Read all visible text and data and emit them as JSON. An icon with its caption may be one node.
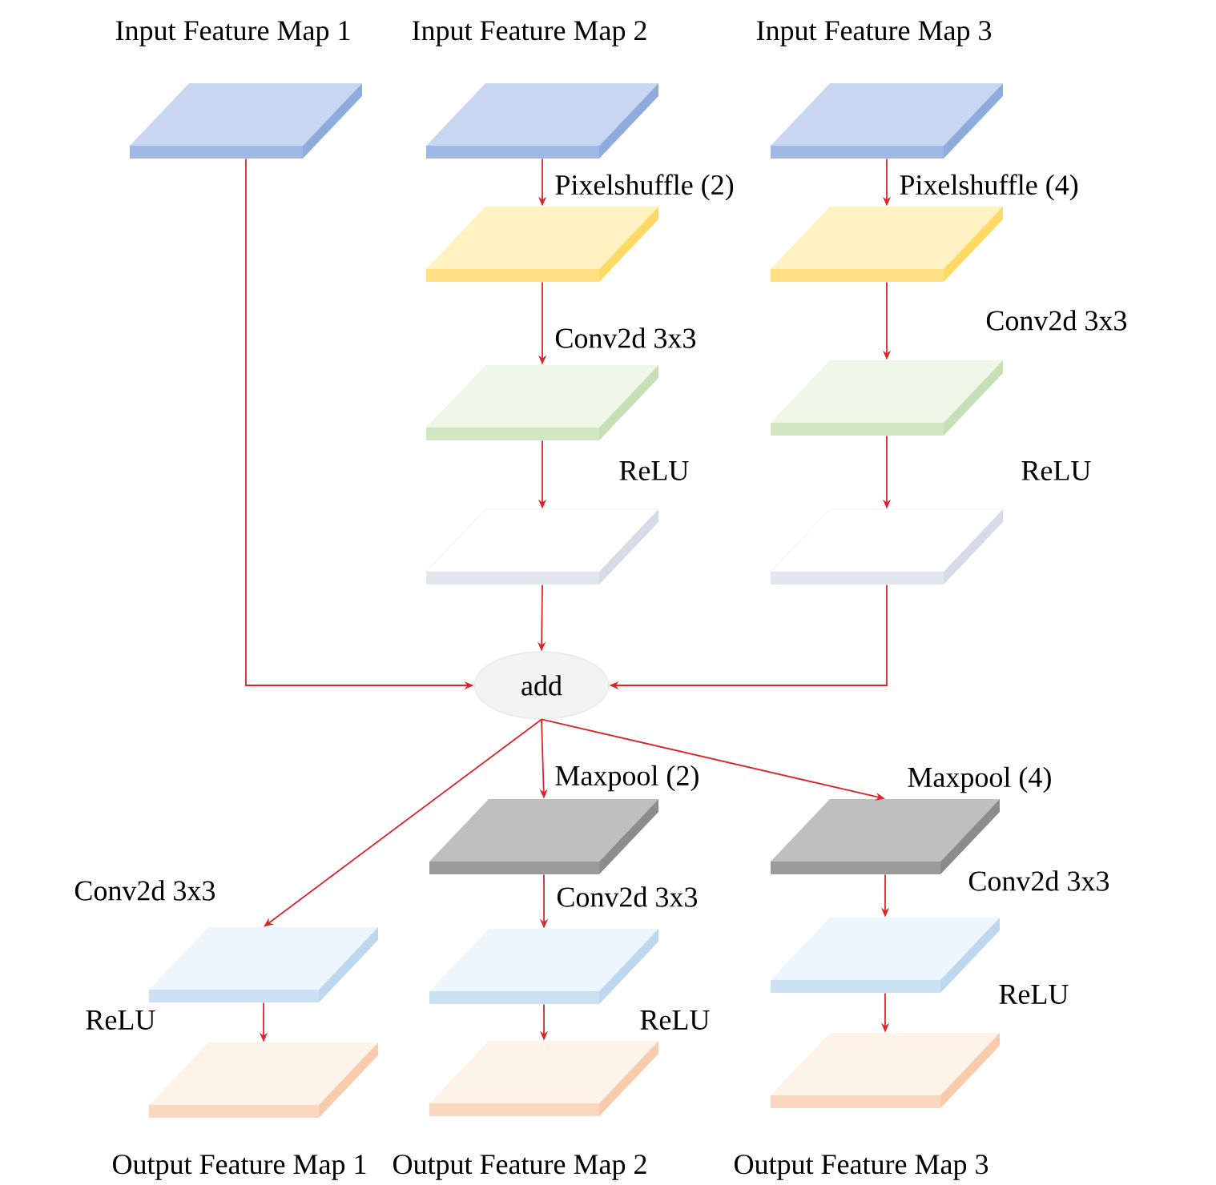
{
  "diagram": {
    "nodes": [
      {
        "text": [
          "Input Feature Map 1"
        ]
      },
      {
        "text": [
          "Input Feature Map 2"
        ]
      },
      {
        "text": [
          "Input Feature Map 3"
        ]
      },
      {
        "text": [],
        "shape": "box"
      },
      {
        "text": [],
        "shape": "box"
      },
      {
        "text": [],
        "shape": "box"
      },
      {
        "text": [],
        "shape": "box"
      },
      {
        "text": [],
        "shape": "box"
      },
      {
        "text": [],
        "shape": "box"
      },
      {
        "text": [
          "add"
        ]
      },
      {
        "text": [],
        "shape": "box"
      },
      {
        "text": [],
        "shape": "box"
      },
      {
        "text": [],
        "shape": "box"
      },
      {
        "text": [],
        "shape": "box"
      },
      {
        "text": [],
        "shape": "box"
      },
      {
        "text": [
          "Output Feature Map 1"
        ]
      },
      {
        "text": [
          "Output Feature Map 2"
        ]
      },
      {
        "text": [
          "Output Feature Map 3"
        ]
      }
    ],
    "edges": [
      {
        "from": 0,
        "to": 9,
        "arrow": "to"
      },
      {
        "from": 1,
        "to": 3,
        "arrow": "to",
        "label": "Pixelshuffle (2)"
      },
      {
        "from": 2,
        "to": 4,
        "arrow": "to",
        "label": "Pixelshuffle (4)"
      },
      {
        "from": 3,
        "to": 5,
        "arrow": "to",
        "label": "Conv2d 3x3"
      },
      {
        "from": 4,
        "to": 6,
        "arrow": "to",
        "label": "Conv2d 3x3"
      },
      {
        "from": 5,
        "to": 7,
        "arrow": "to",
        "label": "ReLU"
      },
      {
        "from": 6,
        "to": 8,
        "arrow": "to",
        "label": "ReLU"
      },
      {
        "from": 7,
        "to": 9,
        "arrow": "to"
      },
      {
        "from": 8,
        "to": 9,
        "arrow": "to"
      },
      {
        "from": 9,
        "to": 12,
        "arrow": "to",
        "label": "Conv2d 3x3"
      },
      {
        "from": 9,
        "to": 10,
        "arrow": "to",
        "label": "Maxpool (2)"
      },
      {
        "from": 9,
        "to": 11,
        "arrow": "to",
        "label": "Maxpool (4)"
      },
      {
        "from": 10,
        "to": 13,
        "arrow": "to",
        "label": "Conv2d 3x3"
      },
      {
        "from": 11,
        "to": 14,
        "arrow": "to",
        "label": "Conv2d 3x3"
      },
      {
        "from": 12,
        "to": 15,
        "arrow": "to",
        "label": "ReLU"
      },
      {
        "from": 13,
        "to": 16,
        "arrow": "to",
        "label": "ReLU"
      },
      {
        "from": 14,
        "to": 17,
        "arrow": "to",
        "label": "ReLU"
      }
    ]
  }
}
